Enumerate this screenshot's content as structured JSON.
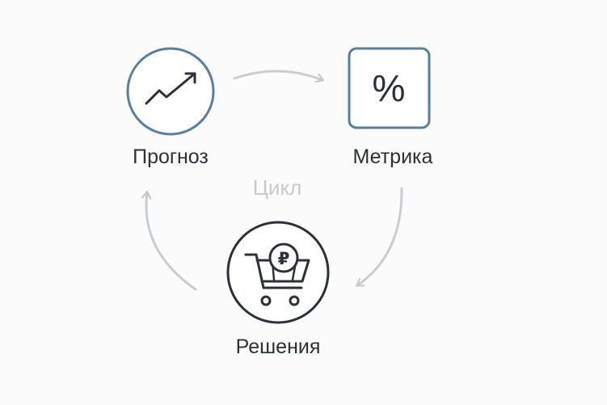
{
  "nodes": {
    "forecast": {
      "label": "Прогноз",
      "icon": "trend-up-icon"
    },
    "metric": {
      "label": "Метрика",
      "icon": "percent-icon",
      "symbol": "%"
    },
    "decisions": {
      "label": "Решения",
      "icon": "shopping-cart-ruble-icon",
      "symbol": "₽"
    }
  },
  "cycle_label": "Цикл",
  "colors": {
    "accent": "#5a7f98",
    "dark": "#2a3138",
    "arrow": "#c9cdd0",
    "muted_text": "#c6cacd",
    "background": "#fbfbfc"
  }
}
